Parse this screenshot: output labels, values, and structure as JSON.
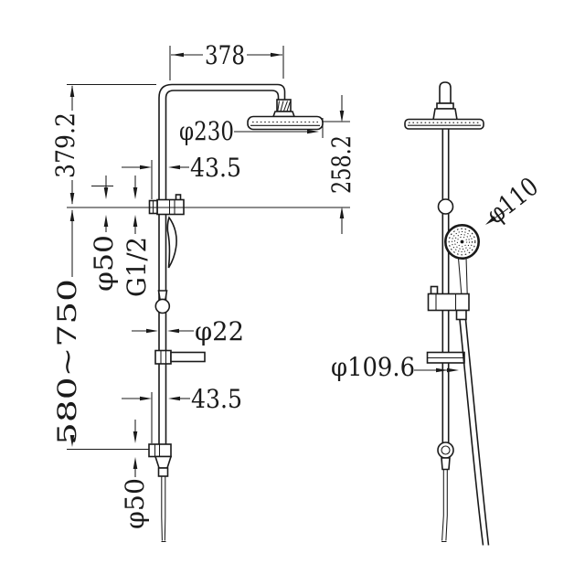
{
  "drawing": {
    "subject": "shower-column-technical-drawing",
    "colors": {
      "line": "#1a1a1a",
      "background": "#ffffff"
    }
  },
  "labels": {
    "arm_width": "378",
    "head_diameter": "φ230",
    "offset_top": "43.5",
    "upper_height": "379.2",
    "drop_height": "258.2",
    "flange_top": "φ50",
    "thread": "G1/2",
    "rail_length": "580~750",
    "rail_diameter": "φ22",
    "offset_bottom": "43.5",
    "flange_bottom": "φ50",
    "handshower_diameter": "φ110",
    "soap_dish_diameter": "φ109.6"
  }
}
